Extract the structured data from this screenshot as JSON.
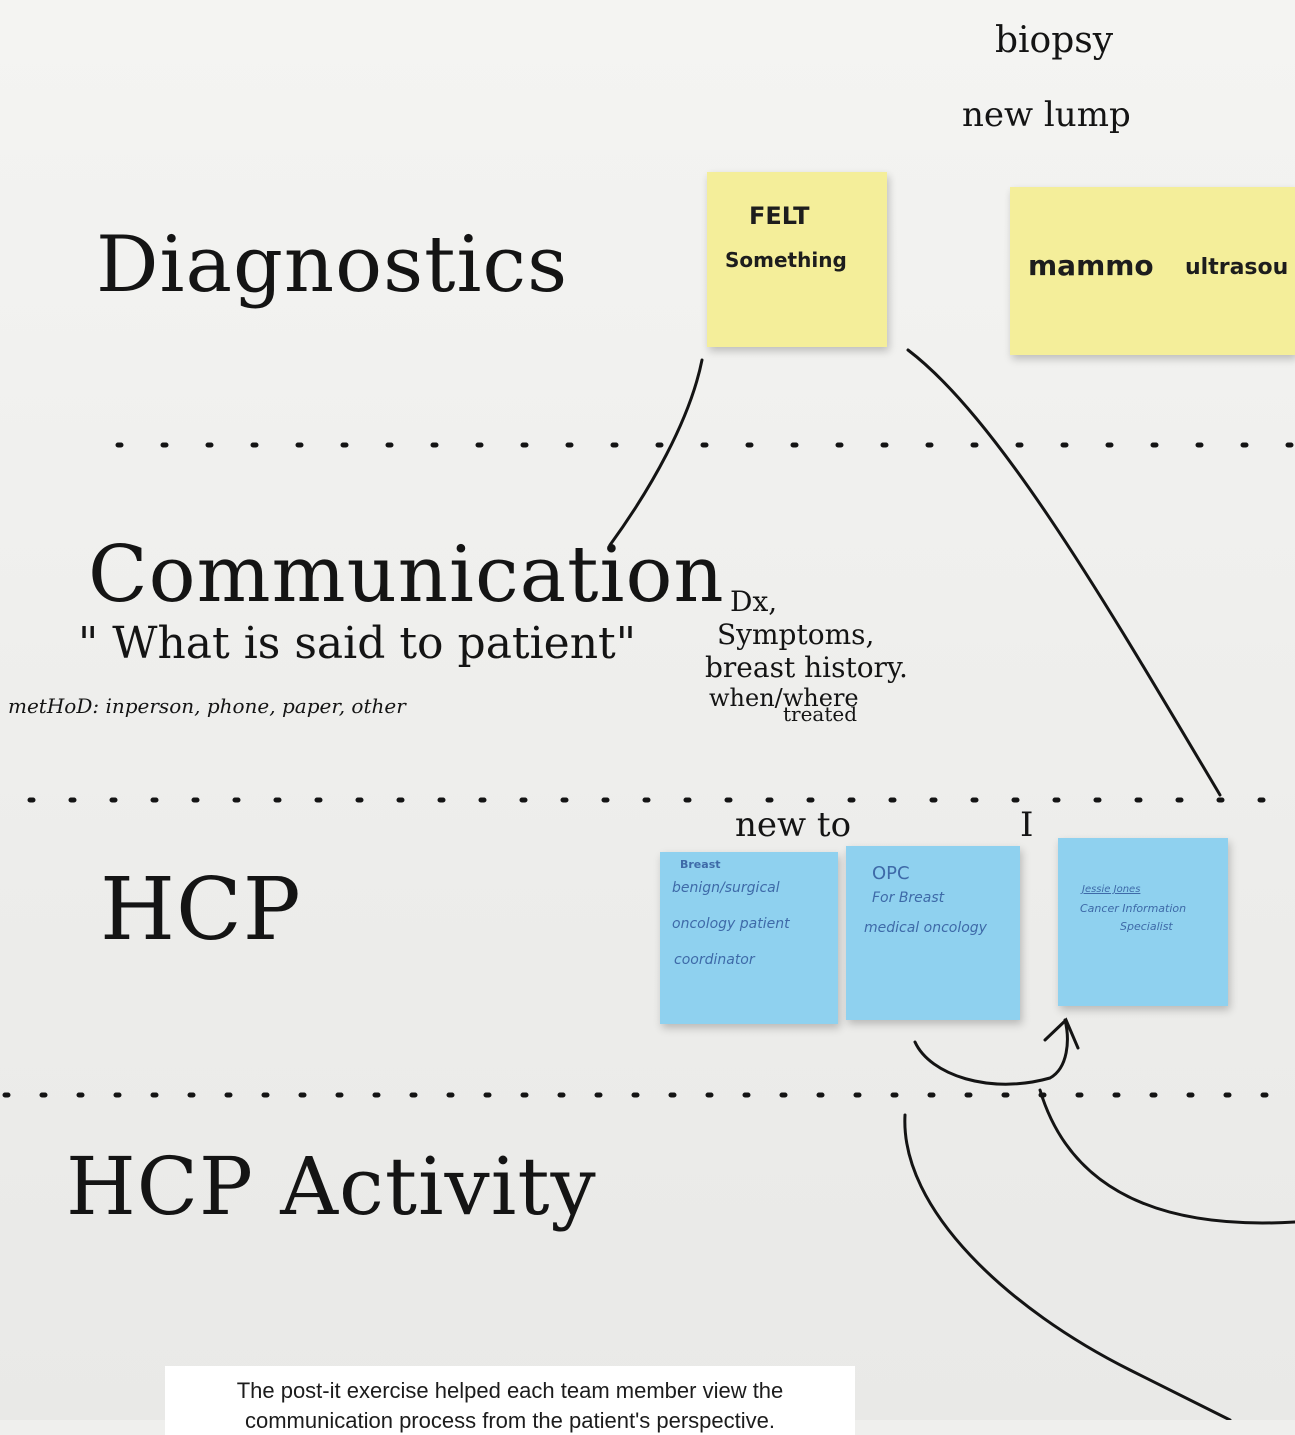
{
  "whiteboard": {
    "top_notes": [
      "biopsy",
      "new lump"
    ],
    "rows": [
      {
        "title": "Diagnostics"
      },
      {
        "title": "Communication",
        "subtitle": "\" What is said to patient\"",
        "method": "metHoD: inperson, phone, paper, other"
      },
      {
        "title": "HCP"
      },
      {
        "title": "HCP Activity"
      }
    ],
    "side_note": [
      "Dx,",
      "Symptoms,",
      "breast history.",
      "when/where",
      "treated"
    ],
    "new_to_note": "new to",
    "mark": "I"
  },
  "stickies": {
    "felt": [
      "FELT",
      "Something"
    ],
    "mammo": [
      "mammo",
      "ultrasou"
    ],
    "blue1": [
      "Breast",
      "benign/surgical",
      "oncology patient",
      "coordinator"
    ],
    "blue2": [
      "OPC",
      "For Breast",
      "medical oncology"
    ],
    "blue3": [
      "Jessie Jones",
      "Cancer Information",
      "Specialist"
    ]
  },
  "caption": {
    "line1": "The post-it exercise helped each team member view the",
    "line2": "communication process from the patient's perspective."
  },
  "colors": {
    "sticky_yellow": "#f4ee9a",
    "sticky_blue": "#8fd1ef",
    "marker": "#141414"
  }
}
